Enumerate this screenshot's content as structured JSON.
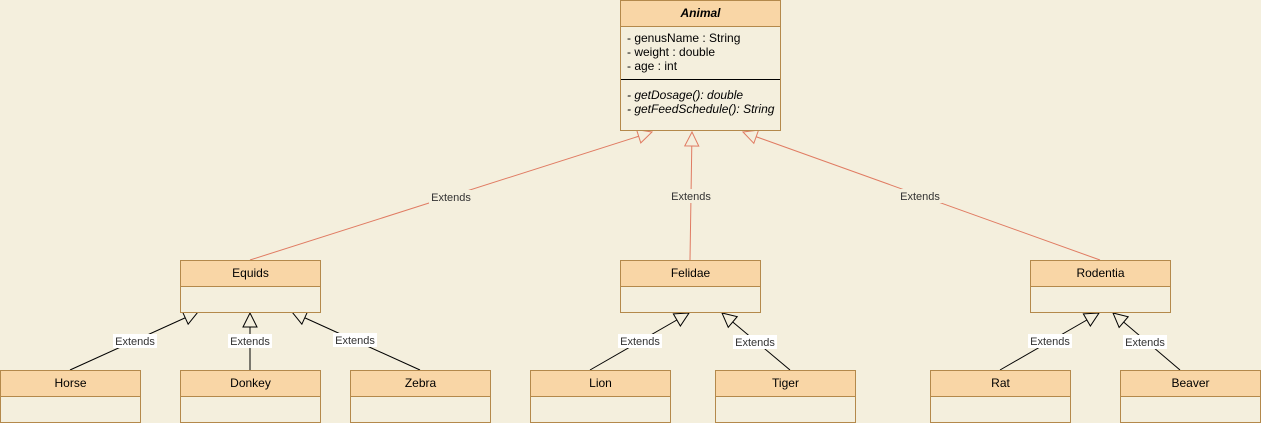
{
  "root": {
    "name": "Animal",
    "attributes": [
      "- genusName : String",
      "- weight : double",
      "- age : int"
    ],
    "operations": [
      "- getDosage(): double",
      "- getFeedSchedule(): String"
    ]
  },
  "families": [
    {
      "name": "Equids",
      "children": [
        "Horse",
        "Donkey",
        "Zebra"
      ]
    },
    {
      "name": "Felidae",
      "children": [
        "Lion",
        "Tiger"
      ]
    },
    {
      "name": "Rodentia",
      "children": [
        "Rat",
        "Beaver"
      ]
    }
  ],
  "edge_label": "Extends",
  "colors": {
    "fill": "#f9d6a6",
    "border": "#b4894b",
    "background": "#f4efdd",
    "top_edge": "#e07b62"
  }
}
